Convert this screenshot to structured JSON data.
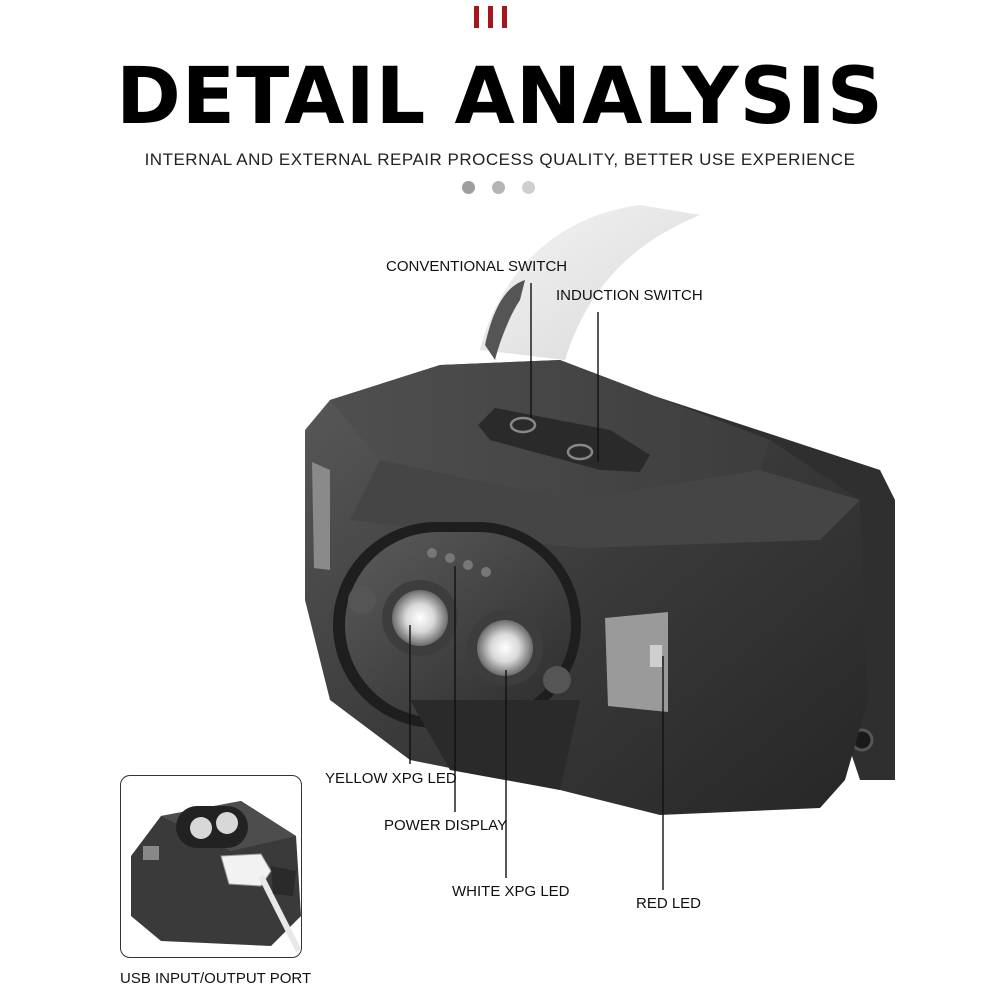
{
  "header": {
    "title": "DETAIL ANALYSIS",
    "subtitle": "INTERNAL AND EXTERNAL REPAIR PROCESS QUALITY, BETTER USE EXPERIENCE"
  },
  "colors": {
    "accent_bars": "#a3161b",
    "dot_1": "#9e9e9e",
    "dot_2": "#b5b5b5",
    "dot_3": "#cfcfcf"
  },
  "callouts": {
    "conventional_switch": "CONVENTIONAL SWITCH",
    "induction_switch": "INDUCTION SWITCH",
    "yellow_xpg_led": "YELLOW XPG LED",
    "power_display": "POWER DISPLAY",
    "white_xpg_led": "WHITE XPG LED",
    "red_led": "RED LED",
    "usb_port": "USB INPUT/OUTPUT PORT"
  }
}
